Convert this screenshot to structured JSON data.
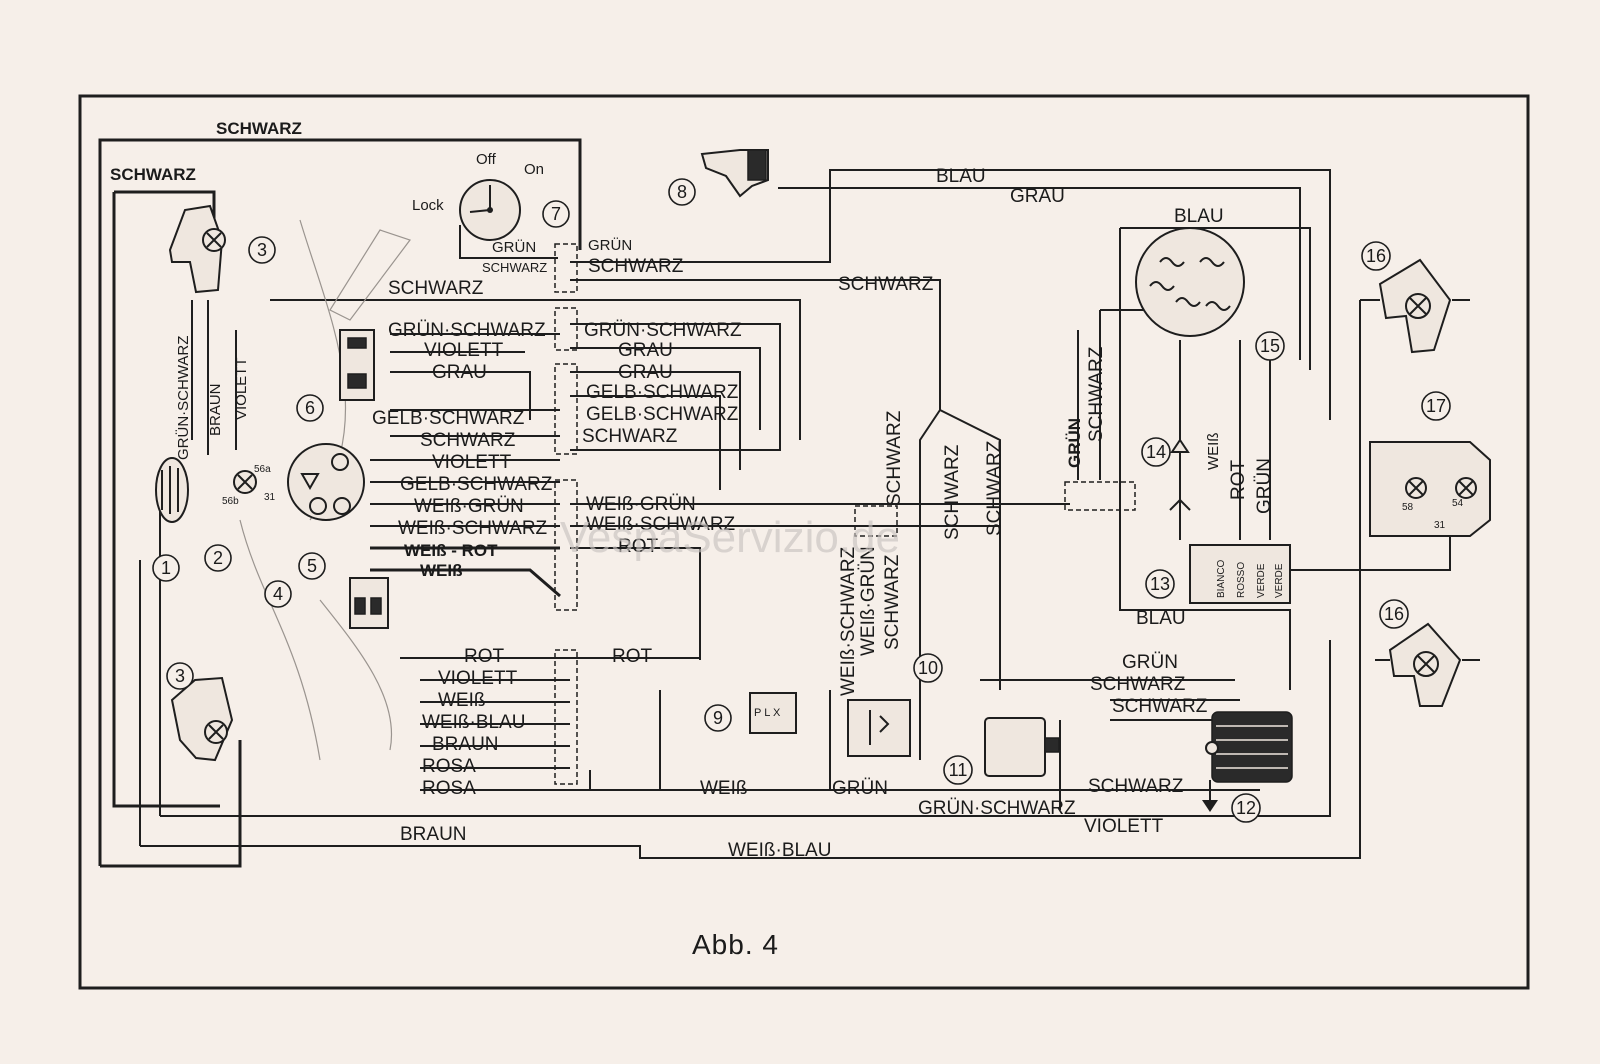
{
  "caption": "Abb. 4",
  "watermark": "VespaServizio.de",
  "ignition_switch": {
    "off": "Off",
    "on": "On",
    "lock": "Lock"
  },
  "wire_labels": {
    "schwarz_top": "SCHWARZ",
    "schwarz_left": "SCHWARZ",
    "gruen_schwarz_vertical": "GRÜN·SCHWARZ",
    "braun_vertical": "BRAUN",
    "violett_vertical": "VIOLETT",
    "gruen_sw_l": "GRÜN",
    "schwarz_sw_l": "SCHWARZ",
    "gruen_sw_r": "GRÜN",
    "schwarz_sw_r": "SCHWARZ",
    "schwarz_mid": "SCHWARZ",
    "gruen_schwarz_l": "GRÜN·SCHWARZ",
    "violett_l": "VIOLETT",
    "grau_l": "GRAU",
    "gelb_schwarz_l": "GELB·SCHWARZ",
    "schwarz_l2": "SCHWARZ",
    "violett_l2": "VIOLETT",
    "gelb_schwarz_l2": "GELB·SCHWARZ",
    "weiss_gruen_l": "WEIß·GRÜN",
    "weiss_schwarz_l": "WEIß·SCHWARZ",
    "weiss_rot_l": "WEIß - ROT",
    "weiss_l": "WEIß",
    "gruen_schwarz_r": "GRÜN·SCHWARZ",
    "grau_r1": "GRAU",
    "grau_r2": "GRAU",
    "gelb_schwarz_r1": "GELB·SCHWARZ",
    "gelb_schwarz_r2": "GELB·SCHWARZ",
    "schwarz_r": "SCHWARZ",
    "weiss_gruen_r": "WEIß·GRÜN",
    "weiss_schwarz_r": "WEIß·SCHWARZ",
    "rot_r": "ROT",
    "rot_low_l": "ROT",
    "violett_low": "VIOLETT",
    "weiss_low": "WEIß",
    "weiss_blau_low": "WEIß·BLAU",
    "braun_low": "BRAUN",
    "rosa_1": "ROSA",
    "rosa_2": "ROSA",
    "rot_low_r": "ROT",
    "braun_bottom": "BRAUN",
    "weiss_blau_bottom": "WEIß·BLAU",
    "weiss_bottom": "WEIß",
    "gruen_bottom": "GRÜN",
    "gruen_schwarz_bottom": "GRÜN·SCHWARZ",
    "violett_bottom": "VIOLETT",
    "blau_top": "BLAU",
    "grau_top": "GRAU",
    "blau_stator": "BLAU",
    "schwarz_upper_r": "SCHWARZ",
    "schwarz_v1": "SCHWARZ",
    "schwarz_v2": "SCHWARZ",
    "schwarz_v3": "SCHWARZ",
    "gruen_v": "GRÜN",
    "schwarz_v4": "SCHWARZ",
    "weiss_schwarz_v": "WEIß·SCHWARZ",
    "weiss_gruen_v": "WEIß·GRÜN",
    "schwarz_v5": "SCHWARZ",
    "weiss_v": "WEIß",
    "rot_v": "ROT",
    "gruen_v2": "GRÜN",
    "blau_reg": "BLAU",
    "gruen_reg": "GRÜN",
    "schwarz_reg1": "SCHWARZ",
    "schwarz_reg2": "SCHWARZ",
    "schwarz_reg3": "SCHWARZ"
  },
  "terminals": {
    "t56a": "56a",
    "t56b": "56b",
    "t31": "31",
    "t58": "58",
    "t54": "54",
    "t31b": "31",
    "cdi": "P L X"
  },
  "regulator_labels": [
    "BIANCO",
    "ROSSO",
    "VERDE",
    "VERDE"
  ],
  "component_numbers": [
    "1",
    "2",
    "3",
    "3",
    "4",
    "5",
    "6",
    "7",
    "8",
    "9",
    "10",
    "11",
    "12",
    "13",
    "14",
    "15",
    "16",
    "16",
    "17"
  ]
}
